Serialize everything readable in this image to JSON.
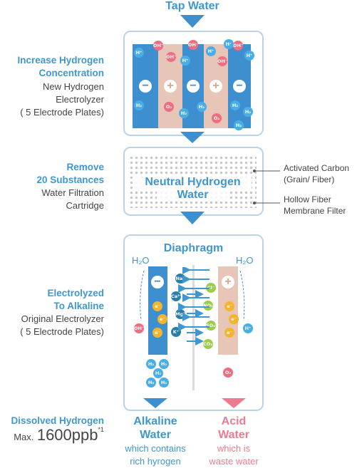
{
  "tap_water": "Tap Water",
  "step1": {
    "title_line1": "Increase Hydrogen",
    "title_line2": "Concentration",
    "desc_line1": "New Hydrogen",
    "desc_line2": "Electrolyzer",
    "desc_line3": "( 5 Electrode Plates)"
  },
  "step2": {
    "title_line1": "Remove",
    "title_line2": "20 Substances",
    "desc_line1": "Water Filtration",
    "desc_line2": "Cartridge",
    "center_line1": "Neutral Hydrogen",
    "center_line2": "Water",
    "note1_line1": "Activated Carbon",
    "note1_line2": "(Grain/ Fiber)",
    "note2_line1": "Hollow Fiber",
    "note2_line2": "Membrane Filter"
  },
  "step3": {
    "title_line1": "Electrolyzed",
    "title_line2": "To Alkaline",
    "desc_line1": "Original Electrolyzer",
    "desc_line2": "( 5 Electrode Plates)",
    "diaphragm": "Diaphragm",
    "h2o_left": "H₂O",
    "h2o_right": "H₂O"
  },
  "bottom": {
    "dissolved_title": "Dissolved Hydrogen",
    "max_prefix": "Max.",
    "max_value": "1600ppb",
    "max_note": "*1",
    "alkaline_title_line1": "Alkaline",
    "alkaline_title_line2": "Water",
    "alkaline_desc_line1": "which contains",
    "alkaline_desc_line2": "rich hyrogen",
    "acid_title_line1": "Acid",
    "acid_title_line2": "Water",
    "acid_desc_line1": "which is",
    "acid_desc_line2": "waste water"
  },
  "symbols": {
    "minus": "−",
    "plus": "+",
    "oh": "OH⁻",
    "h_plus": "H⁺",
    "h2": "H₂",
    "o2": "O₂",
    "e": "e⁻",
    "na": "Na⁺",
    "ca": "Ca²⁺",
    "mg": "Mg²⁺",
    "k": "K⁺",
    "cl": "Cl⁻",
    "no3": "NO₃⁻",
    "so4": "SO₄²⁻",
    "co3": "CO₃²⁻"
  },
  "colors": {
    "accent_blue": "#3f97cf",
    "accent_pink": "#ee7b8f",
    "plate_blue": "#3d8fd0",
    "plate_pink": "#e7c6b8",
    "box_border": "#bcd3e6"
  }
}
